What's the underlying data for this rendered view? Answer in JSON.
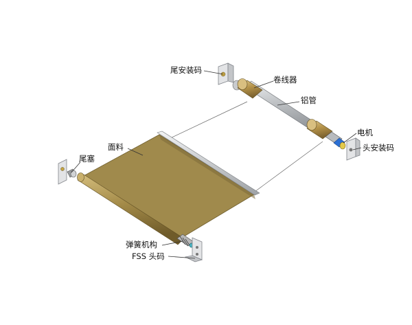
{
  "labels": {
    "tail_mount": "尾安装码",
    "winder": "卷线器",
    "aluminum_tube": "铝管",
    "motor": "电机",
    "head_mount": "头安装码",
    "fabric": "面料",
    "tail_plug": "尾塞",
    "spring_mechanism": "弹簧机构",
    "fss_head": "FSS 头码"
  },
  "colors": {
    "fabric": "#a08a4c",
    "fabric_dark": "#7c6a38",
    "tube": "#c7c9cb",
    "bracket": "#d7d8da",
    "winder_gold": "#b9974e",
    "motor_blue": "#2a6fd4",
    "leader_line": "#333333"
  }
}
